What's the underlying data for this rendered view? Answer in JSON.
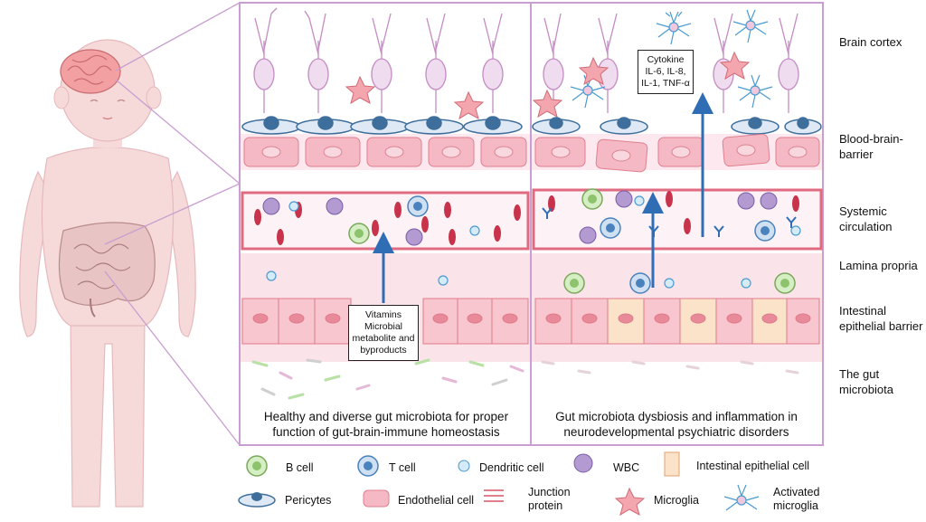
{
  "colors": {
    "panel_border": "#c99ed0",
    "vessel_red": "#e06b80",
    "rbc": "#c8324a",
    "arrow_blue": "#2f6db5",
    "skin": "#f6dada",
    "neuron_fill": "#f0dcef",
    "pericyte": "#3e6f9c",
    "endothelial": "#f4b9c4",
    "epithelial": "#f8c6cf",
    "inflamed_epithelial": "#fbe3c9"
  },
  "row_labels": {
    "brain_cortex": "Brain cortex",
    "bbb": "Blood-brain-barrier",
    "systemic": "Systemic circulation",
    "lamina": "Lamina propria",
    "epithelial": "Intestinal epithelial barrier",
    "microbiota": "The gut microbiota"
  },
  "boxes": {
    "cytokine": "Cytokine IL-6, IL-8, IL-1, TNF-α",
    "vitamins": "Vitamins Microbial metabolite and byproducts"
  },
  "captions": {
    "left": "Healthy and diverse gut microbiota for proper function of gut-brain-immune homeostasis",
    "right": "Gut microbiota dysbiosis and inflammation in neurodevelopmental psychiatric disorders"
  },
  "legend": {
    "b_cell": "B cell",
    "t_cell": "T cell",
    "dendritic": "Dendritic cell",
    "wbc": "WBC",
    "iec": "Intestinal epithelial cell",
    "pericytes": "Pericytes",
    "endothelial": "Endothelial cell",
    "junction": "Junction protein",
    "microglia": "Microglia",
    "activated": "Activated microglia"
  }
}
